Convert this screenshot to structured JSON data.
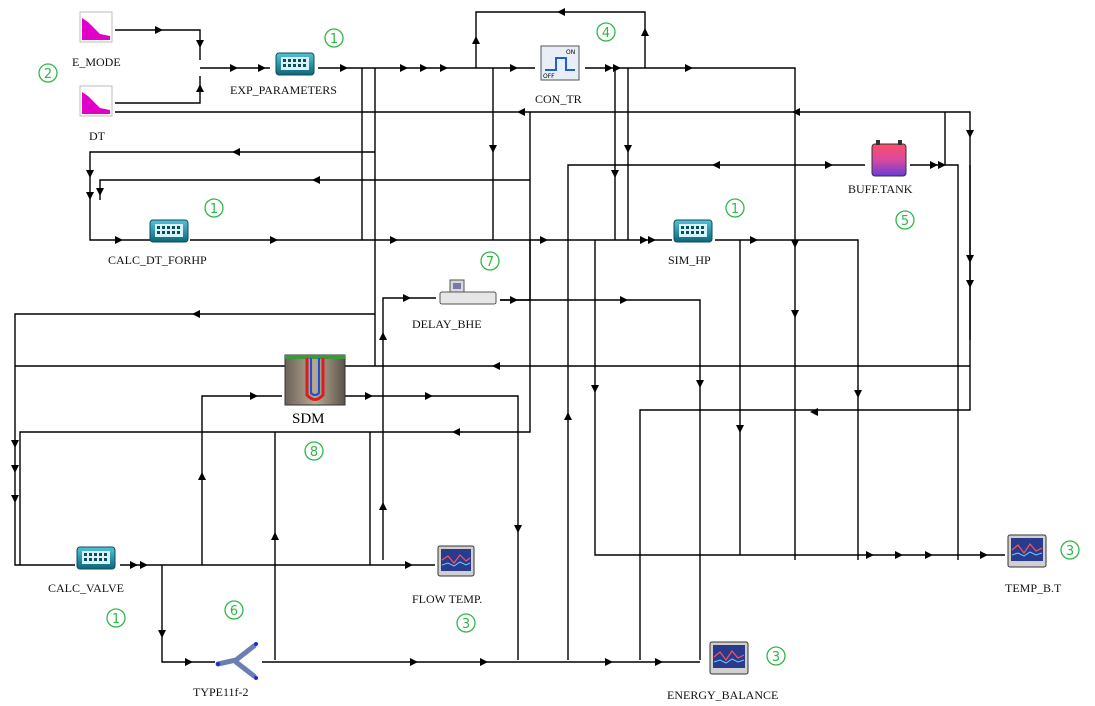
{
  "components": [
    {
      "id": "e_mode",
      "label": "E_MODE",
      "icon": "equation-plot-icon",
      "badge": "2"
    },
    {
      "id": "dt",
      "label": "DT",
      "icon": "equation-plot-icon",
      "badge": ""
    },
    {
      "id": "exp_parameters",
      "label": "EXP_PARAMETERS",
      "icon": "calculator-icon",
      "badge": "1"
    },
    {
      "id": "con_tr",
      "label": "CON_TR",
      "icon": "controller-icon",
      "badge": "4"
    },
    {
      "id": "buff_tank",
      "label": "BUFF.TANK",
      "icon": "tank-icon",
      "badge": "5"
    },
    {
      "id": "calc_dt_forhp",
      "label": "CALC_DT_FORHP",
      "icon": "calculator-icon",
      "badge": "1"
    },
    {
      "id": "sim_hp",
      "label": "SIM_HP",
      "icon": "calculator-icon",
      "badge": "1"
    },
    {
      "id": "delay_bhe",
      "label": "DELAY_BHE",
      "icon": "delay-icon",
      "badge": "7"
    },
    {
      "id": "sdm",
      "label": "SDM",
      "icon": "borehole-icon",
      "badge": "8"
    },
    {
      "id": "calc_valve",
      "label": "CALC_VALVE",
      "icon": "calculator-icon",
      "badge": "1"
    },
    {
      "id": "type11f",
      "label": "TYPE11f-2",
      "icon": "diverter-icon",
      "badge": "6"
    },
    {
      "id": "flow_temp",
      "label": "FLOW TEMP.",
      "icon": "monitor-icon",
      "badge": "3"
    },
    {
      "id": "energy_balance",
      "label": "ENERGY_BALANCE",
      "icon": "monitor-icon",
      "badge": "3"
    },
    {
      "id": "temp_bt",
      "label": "TEMP_B.T",
      "icon": "monitor-icon",
      "badge": "3"
    }
  ],
  "con_tr_icon_text": {
    "on": "ON",
    "off": "OFF"
  },
  "colors": {
    "badge": "#2fb84a",
    "wire": "#000000",
    "plot": "#e000c8",
    "calc": "#1f8aa0",
    "tank": "#ff3a7a",
    "monitor_screen": "#2a3a8c"
  }
}
